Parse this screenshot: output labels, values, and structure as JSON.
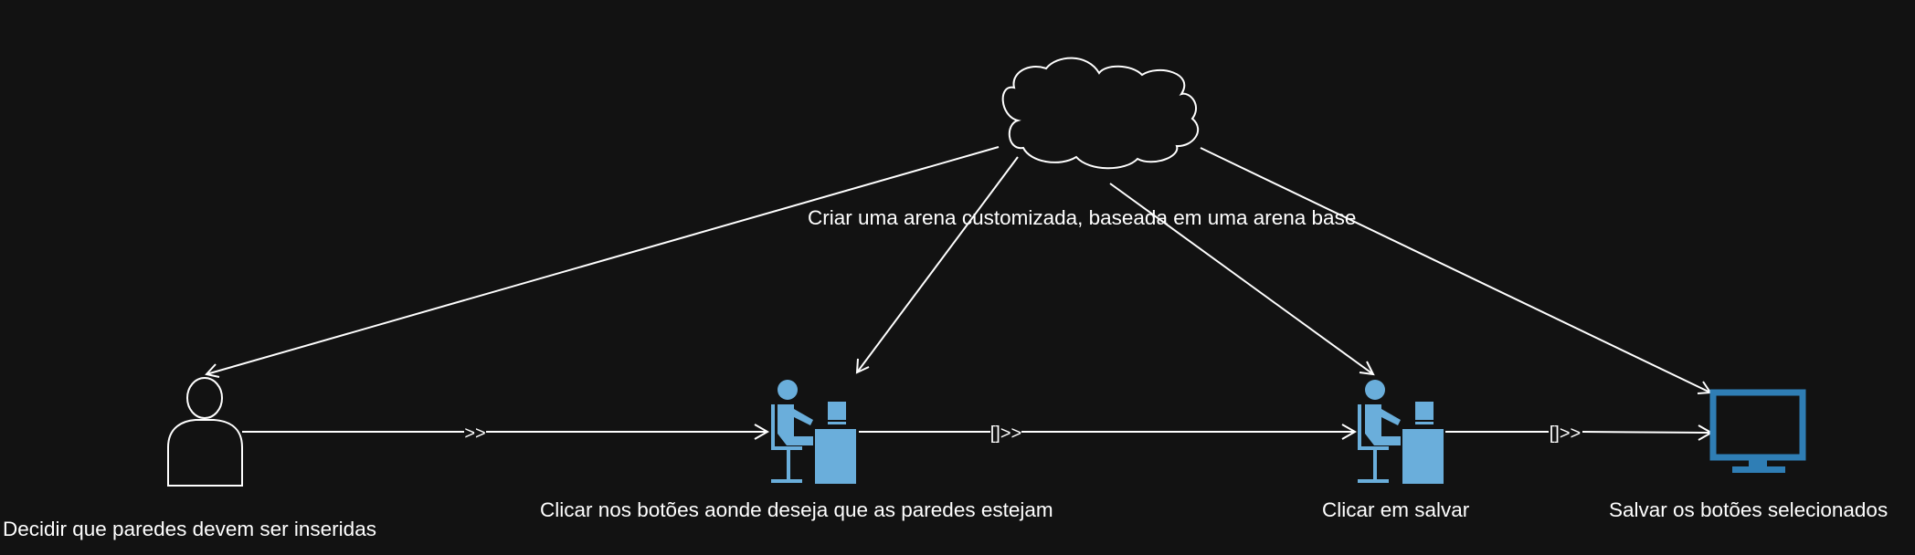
{
  "diagram": {
    "goal": {
      "label": "Criar uma arena customizada, baseada em uma arena base",
      "icon": "cloud-icon"
    },
    "nodes": [
      {
        "id": "user",
        "icon": "person-icon",
        "label": "Decidir que paredes devem ser inseridas"
      },
      {
        "id": "click-buttons",
        "icon": "office-worker-icon",
        "label": "Clicar nos botões aonde deseja que as paredes estejam"
      },
      {
        "id": "click-save",
        "icon": "office-worker-icon",
        "label": "Clicar em salvar"
      },
      {
        "id": "save-selected",
        "icon": "monitor-icon",
        "label": "Salvar os botões selecionados"
      }
    ],
    "flow_markers": [
      ">>",
      "[]>>",
      "[]>>"
    ],
    "colors": {
      "background": "#121212",
      "line": "#ffffff",
      "worker": "#6aaedb",
      "monitor": "#2f7eb5"
    }
  }
}
